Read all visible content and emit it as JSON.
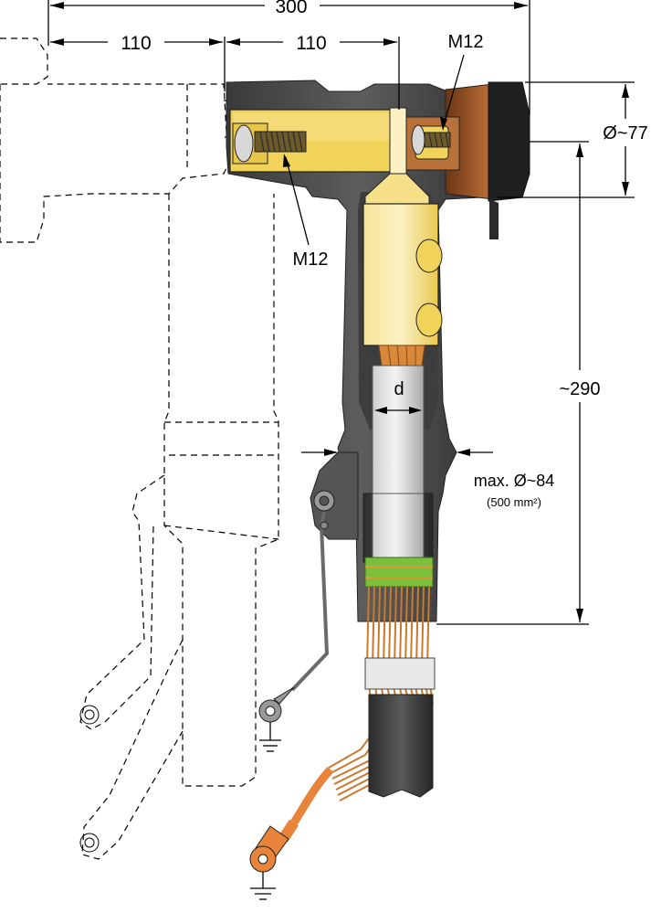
{
  "dimensions": {
    "overall_width": "300",
    "left_width": "110",
    "right_width": "110",
    "bolt_top": "M12",
    "bolt_left": "M12",
    "plug_diameter": "Ø~77",
    "height": "~290",
    "conductor": "d",
    "max_diameter": "max. Ø~84",
    "cross_section": "(500 mm²)"
  },
  "colors": {
    "housing": "#4a4a4a",
    "housing_dark": "#2e2e2e",
    "contact_yellow": "#f2d35a",
    "contact_light": "#fbeeb0",
    "cap_brown": "#8a4a1e",
    "copper": "#d9893a",
    "screen_green": "#7bbf3a",
    "cable_grey": "#bfbfbf"
  },
  "icons": {
    "ground_symbol": "ground-icon",
    "cable_lug": "cable-lug-icon"
  }
}
